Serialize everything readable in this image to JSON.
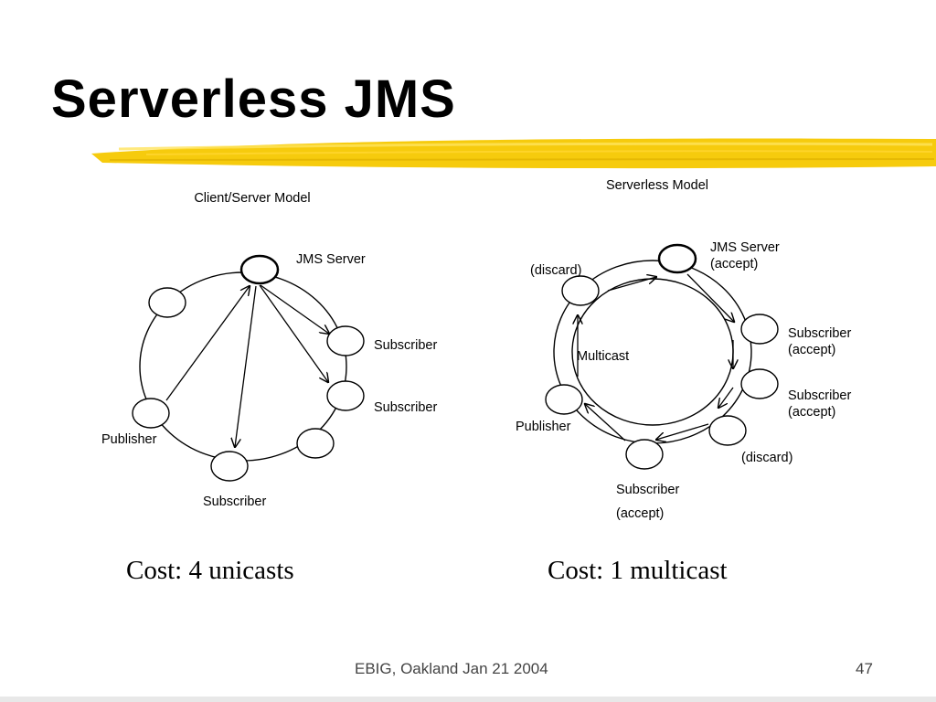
{
  "slide": {
    "title": "Serverless JMS",
    "accent_color": "#f5c800",
    "footer_text": "EBIG, Oakland Jan 21 2004",
    "page_number": "47"
  },
  "left_diagram": {
    "title": "Client/Server Model",
    "server_label": "JMS Server",
    "subscriber_label_1": "Subscriber",
    "subscriber_label_2": "Subscriber",
    "subscriber_label_3": "Subscriber",
    "publisher_label": "Publisher",
    "cost": "Cost: 4 unicasts"
  },
  "right_diagram": {
    "title": "Serverless Model",
    "server_label": "JMS Server",
    "server_status": "(accept)",
    "discard_label_top": "(discard)",
    "multicast_label": "Multicast",
    "publisher_label": "Publisher",
    "subscriber_1_label": "Subscriber",
    "subscriber_1_status": "(accept)",
    "subscriber_2_label": "Subscriber",
    "subscriber_2_status": "(accept)",
    "discard_label_bottom": "(discard)",
    "subscriber_3_label": "Subscriber",
    "subscriber_3_status": "(accept)",
    "cost": "Cost: 1 multicast"
  }
}
